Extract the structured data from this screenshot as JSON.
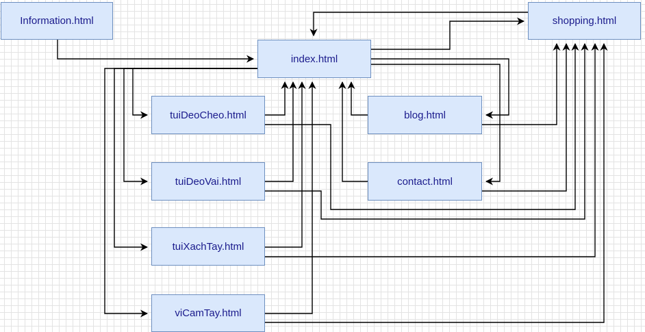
{
  "diagram": {
    "nodes": [
      {
        "id": "information",
        "label": "Information.html"
      },
      {
        "id": "shopping",
        "label": "shopping.html"
      },
      {
        "id": "index",
        "label": "index.html"
      },
      {
        "id": "tuiDeoCheo",
        "label": "tuiDeoCheo.html"
      },
      {
        "id": "blog",
        "label": "blog.html"
      },
      {
        "id": "tuiDeoVai",
        "label": "tuiDeoVai.html"
      },
      {
        "id": "contact",
        "label": "contact.html"
      },
      {
        "id": "tuiXachTay",
        "label": "tuiXachTay.html"
      },
      {
        "id": "viCamTay",
        "label": "viCamTay.html"
      }
    ],
    "edges": [
      {
        "from": "information",
        "to": "index"
      },
      {
        "from": "index",
        "to": "shopping"
      },
      {
        "from": "shopping",
        "to": "index"
      },
      {
        "from": "index",
        "to": "tuiDeoCheo"
      },
      {
        "from": "index",
        "to": "tuiDeoVai"
      },
      {
        "from": "index",
        "to": "tuiXachTay"
      },
      {
        "from": "index",
        "to": "viCamTay"
      },
      {
        "from": "index",
        "to": "blog"
      },
      {
        "from": "index",
        "to": "contact"
      },
      {
        "from": "tuiDeoCheo",
        "to": "index"
      },
      {
        "from": "tuiDeoVai",
        "to": "index"
      },
      {
        "from": "tuiXachTay",
        "to": "index"
      },
      {
        "from": "viCamTay",
        "to": "index"
      },
      {
        "from": "blog",
        "to": "index"
      },
      {
        "from": "contact",
        "to": "index"
      },
      {
        "from": "blog",
        "to": "shopping"
      },
      {
        "from": "contact",
        "to": "shopping"
      },
      {
        "from": "tuiDeoCheo",
        "to": "shopping"
      },
      {
        "from": "tuiDeoVai",
        "to": "shopping"
      },
      {
        "from": "tuiXachTay",
        "to": "shopping"
      },
      {
        "from": "viCamTay",
        "to": "shopping"
      }
    ]
  }
}
